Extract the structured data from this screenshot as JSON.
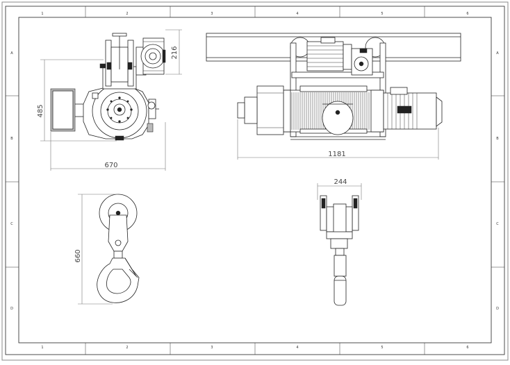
{
  "sheet": {
    "columns": [
      "1",
      "2",
      "3",
      "4",
      "5",
      "6"
    ],
    "rows": [
      "A",
      "B",
      "C",
      "D"
    ]
  },
  "dimensions": {
    "side_height": "485",
    "side_width": "670",
    "motor_height": "216",
    "front_width": "1181",
    "hook_height": "660",
    "block_width": "244"
  }
}
